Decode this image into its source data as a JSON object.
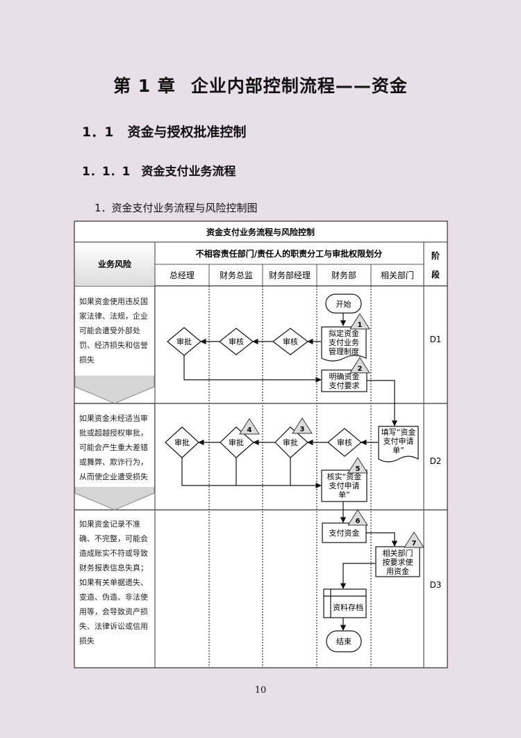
{
  "heading": {
    "chapter": "第 1 章",
    "chapter_title": "企业内部控制流程——资金",
    "section_no": "1．1",
    "section_title": "资金与授权批准控制",
    "subsection_no": "1．1．1",
    "subsection_title": "资金支付业务流程",
    "figure_caption": "1．资金支付业务流程与风险控制图"
  },
  "table": {
    "title": "资金支付业务流程与风险控制",
    "risk_header": "业务风险",
    "division_header": "不相容责任部门/责任人的职责分工与审批权限划分",
    "stage_header": [
      "阶",
      "段"
    ],
    "columns": [
      "总经理",
      "财务总监",
      "财务部经理",
      "财务部",
      "相关部门"
    ],
    "risks": [
      [
        "如果资金使用违反国",
        "家法律、法规，企业",
        "可能会遭受外部处",
        "罚、经济损失和信誉",
        "损失"
      ],
      [
        "如果资金未经适当审",
        "批或超越授权审批，",
        "可能会产生重大差错",
        "或舞弊、欺诈行为，",
        "从而使企业遭受损失"
      ],
      [
        "如果资金记录不准",
        "确、不完整，可能会",
        "造成账实不符或导致",
        "财务报表信息失真；",
        "如果有关单据遗失、",
        "变造、伪造、非法使",
        "用等，会导致资产损",
        "失、法律诉讼或信用",
        "损失"
      ]
    ],
    "stages": [
      "D1",
      "D2",
      "D3"
    ]
  },
  "nodes": {
    "start": "开始",
    "n1": [
      "拟定资金",
      "支付业务",
      "管理制度"
    ],
    "n2": [
      "明确资金",
      "支付要求"
    ],
    "fill_request": [
      "填写“资金",
      "支付申请",
      "单”"
    ],
    "verify": [
      "核实“资金",
      "支付申请",
      "单”"
    ],
    "pay": "支付资金",
    "use": [
      "相关部门",
      "按要求使",
      "用资金"
    ],
    "archive": "资料存档",
    "end": "结束",
    "review": "审核",
    "approve": "审批"
  },
  "markers": [
    "1",
    "2",
    "3",
    "4",
    "5",
    "6",
    "7"
  ],
  "page_number": "10"
}
